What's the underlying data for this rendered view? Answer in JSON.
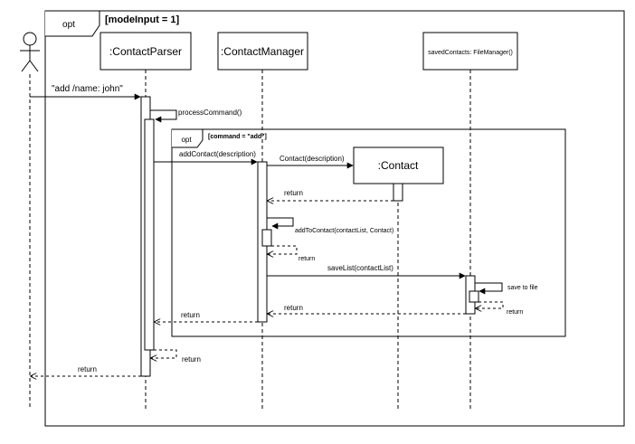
{
  "outer_frame": {
    "operator": "opt",
    "guard": "[modeInput = 1]"
  },
  "inner_frame": {
    "operator": "opt",
    "guard": "[command = \"add\"]"
  },
  "participants": {
    "contact_parser": ":ContactParser",
    "contact_manager": ":ContactManager",
    "file_manager": "savedContacts: FileManager()",
    "contact": ":Contact"
  },
  "messages": {
    "user_input": "\"add /name: john\"",
    "process_command": "processCommand()",
    "add_contact": "addContact(description)",
    "contact_ctor": "Contact(description)",
    "return_contact": "return",
    "add_to_contact": "addToContact(contactList, Contact)",
    "return_add_to_contact": "return",
    "save_list": "saveList(contactList)",
    "save_to_file": "save to file",
    "return_save_to_file": "return",
    "return_save_list": "return",
    "return_add_contact": "return",
    "return_process_command": "return",
    "return_to_user": "return"
  }
}
